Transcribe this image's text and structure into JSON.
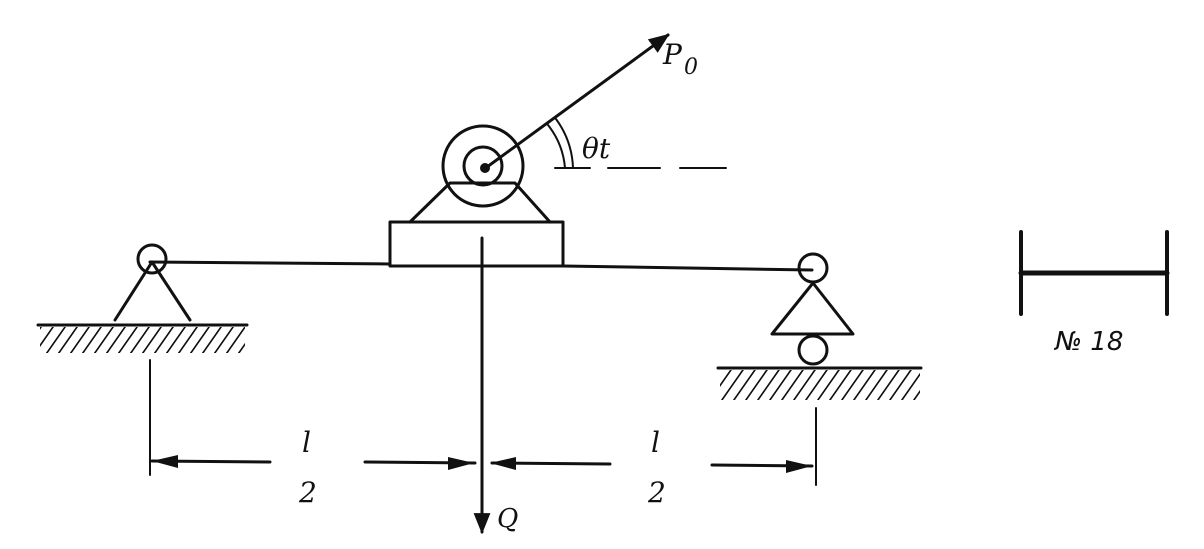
{
  "labels": {
    "force": "P",
    "force_sub": "0",
    "angle": "θt",
    "weight": "Q",
    "half_span_num": "l",
    "half_span_den": "2",
    "section": "№ 18"
  },
  "colors": {
    "ink": "#111111",
    "paper": "#ffffff"
  },
  "icons": [
    "pin-support-icon",
    "roller-support-icon",
    "motor-icon",
    "i-beam-section-icon",
    "hatch-ground-icon"
  ]
}
